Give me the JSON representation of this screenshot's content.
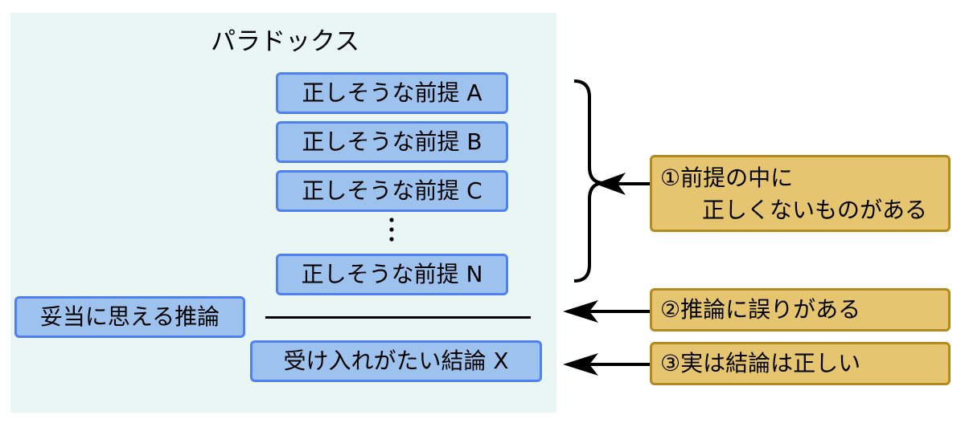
{
  "title": "パラドックス",
  "premises": [
    "正しそうな前提 A",
    "正しそうな前提 B",
    "正しそうな前提 C",
    "正しそうな前提 N"
  ],
  "ellipsis": "⋮",
  "reasoning": "妥当に思える推論",
  "conclusion": "受け入れがたい結論 X",
  "notes": {
    "premise_issue": {
      "line1": "①前提の中に",
      "line2": "正しくないものがある"
    },
    "reasoning_issue": "②推論に誤りがある",
    "conclusion_true": "③実は結論は正しい"
  },
  "colors": {
    "panel_background": "#eaf6f4",
    "blue_box_fill": "#9ec2ee",
    "blue_box_border": "#4f80f2",
    "note_fill": "#e6c571",
    "note_border": "#b58a1c"
  }
}
